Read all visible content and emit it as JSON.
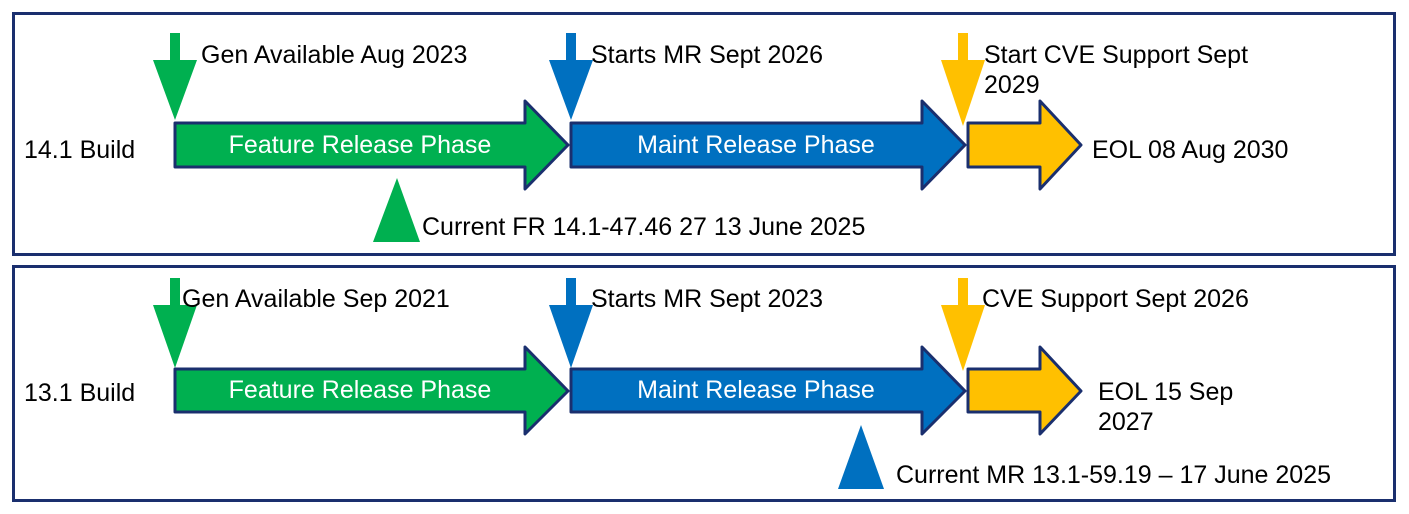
{
  "colors": {
    "green": "#00b050",
    "blue": "#0070c0",
    "amber": "#ffc000",
    "outline": "#1a2f6e",
    "white": "#ffffff"
  },
  "panels": [
    {
      "build_label": "14.1 Build",
      "ga_label": "Gen Available Aug 2023",
      "mr_label": "Starts MR Sept 2026",
      "cve_label": "Start CVE Support Sept 2029",
      "feature_phase": "Feature Release Phase",
      "maint_phase": "Maint Release Phase",
      "eol_label": "EOL 08 Aug 2030",
      "current_label": "Current FR 14.1-47.46 27 13 June 2025"
    },
    {
      "build_label": "13.1 Build",
      "ga_label": "Gen Available Sep 2021",
      "mr_label": "Starts MR Sept 2023",
      "cve_label": "CVE Support Sept 2026",
      "feature_phase": "Feature Release Phase",
      "maint_phase": "Maint Release Phase",
      "eol_label": "EOL 15 Sep 2027",
      "current_label": "Current MR 13.1-59.19 – 17 June 2025"
    }
  ]
}
